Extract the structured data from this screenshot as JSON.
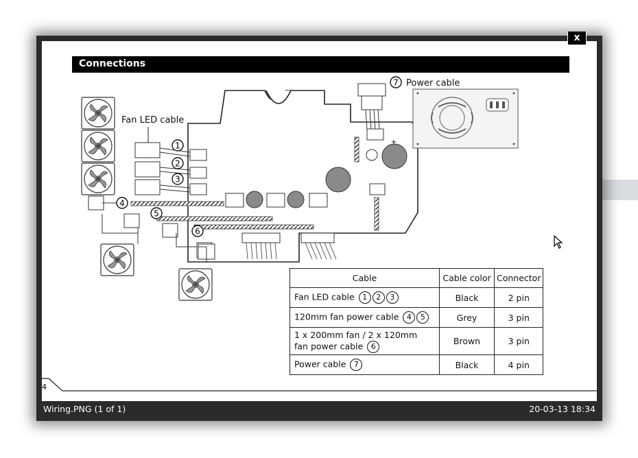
{
  "viewer": {
    "close_label": "x",
    "caption": "Wiring.PNG (1 of 1)",
    "timestamp": "20-03-13 18:34"
  },
  "document": {
    "section_title": "Connections",
    "page_number": "4",
    "labels": {
      "fan_led_cable": "Fan LED cable",
      "power_cable": "Power cable",
      "n1": "1",
      "n2": "2",
      "n3": "3",
      "n4": "4",
      "n5": "5",
      "n6": "6",
      "n7": "7",
      "plus": "+"
    },
    "table": {
      "headers": [
        "Cable",
        "Cable color",
        "Connector"
      ],
      "rows": [
        {
          "cable": "Fan LED cable",
          "nums": [
            "1",
            "2",
            "3"
          ],
          "color": "Black",
          "connector": "2 pin"
        },
        {
          "cable": "120mm fan power cable",
          "nums": [
            "4",
            "5"
          ],
          "color": "Grey",
          "connector": "3 pin"
        },
        {
          "cable_line1": "1 x 200mm fan / 2 x 120mm",
          "cable_line2": "fan power cable",
          "nums": [
            "6"
          ],
          "color": "Brown",
          "connector": "3 pin"
        },
        {
          "cable": "Power cable",
          "nums": [
            "7"
          ],
          "color": "Black",
          "connector": "4 pin"
        }
      ]
    }
  },
  "icons": [
    "close-icon",
    "fan-icon",
    "psu-icon",
    "mouse-cursor-icon"
  ]
}
